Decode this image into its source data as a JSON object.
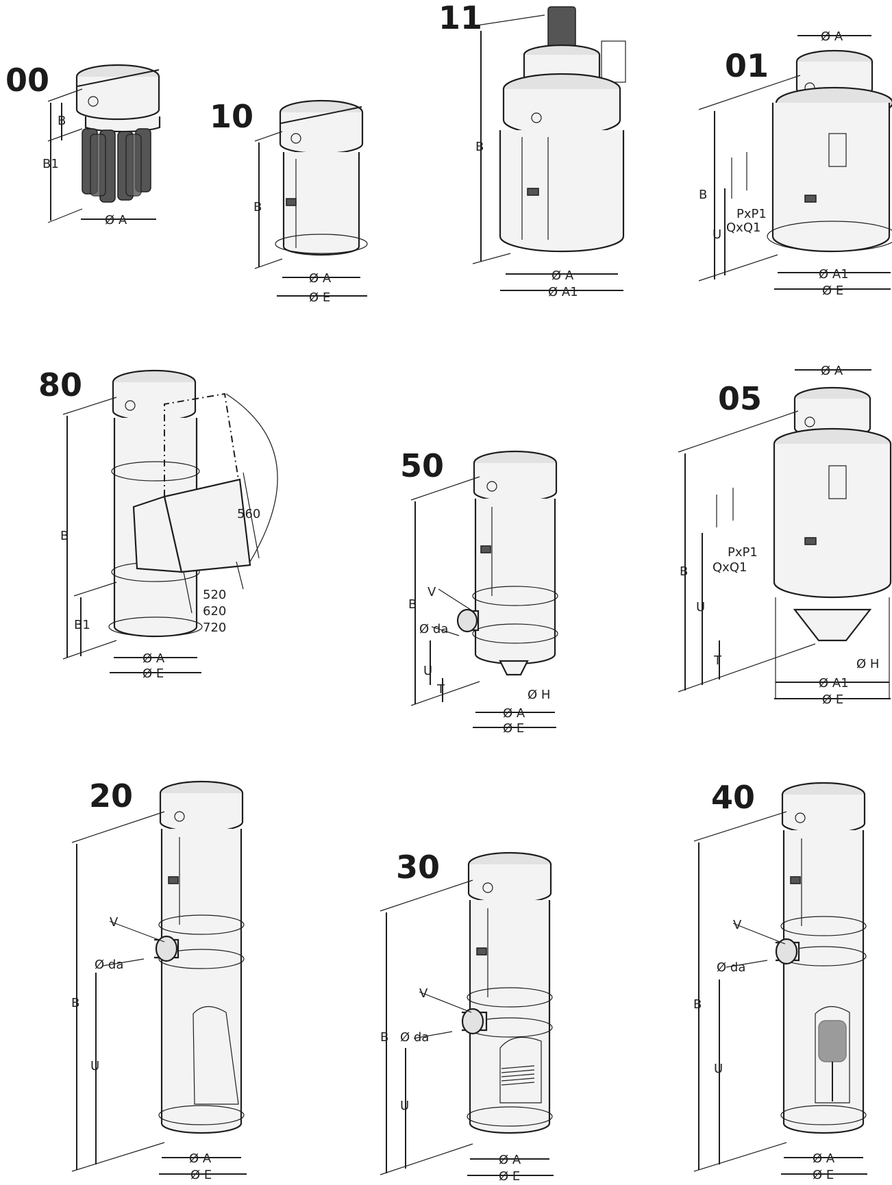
{
  "models": [
    {
      "code": "00",
      "dims": [
        "B",
        "B1",
        "Ø A"
      ]
    },
    {
      "code": "10",
      "dims": [
        "B",
        "Ø A",
        "Ø E"
      ]
    },
    {
      "code": "11",
      "dims": [
        "B",
        "Ø A",
        "Ø A1"
      ]
    },
    {
      "code": "01",
      "dims": [
        "Ø A",
        "B",
        "U",
        "PxP1",
        "QxQ1",
        "Ø A1",
        "Ø E"
      ]
    },
    {
      "code": "80",
      "dims": [
        "B",
        "B1",
        "560",
        "520",
        "620",
        "720",
        "Ø A",
        "Ø E"
      ]
    },
    {
      "code": "50",
      "dims": [
        "B",
        "V",
        "Ø da",
        "U",
        "T",
        "Ø H",
        "Ø A",
        "Ø E"
      ]
    },
    {
      "code": "05",
      "dims": [
        "Ø A",
        "B",
        "PxP1",
        "QxQ1",
        "U",
        "T",
        "Ø H",
        "Ø A1",
        "Ø E"
      ]
    },
    {
      "code": "20",
      "dims": [
        "V",
        "Ø da",
        "B",
        "U",
        "Ø A",
        "Ø E"
      ]
    },
    {
      "code": "30",
      "dims": [
        "V",
        "B",
        "Ø da",
        "U",
        "Ø A",
        "Ø E"
      ]
    },
    {
      "code": "40",
      "dims": [
        "V",
        "Ø da",
        "B",
        "U",
        "Ø A",
        "Ø E"
      ]
    }
  ]
}
